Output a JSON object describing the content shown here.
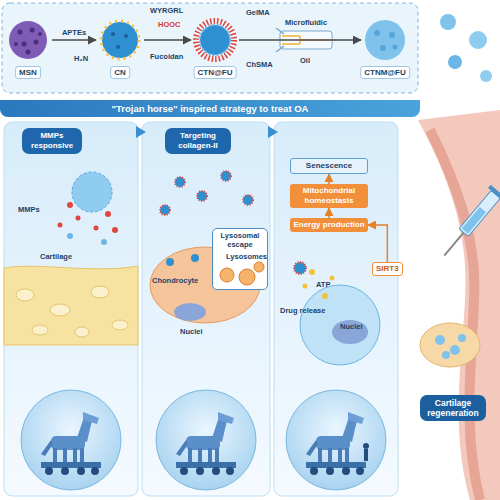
{
  "diagram": {
    "nodes": [
      {
        "text": [
          "MSN"
        ]
      },
      {
        "text": [
          "CN"
        ]
      },
      {
        "text": [
          "CTN@FU"
        ]
      },
      {
        "text": [
          "CTNM@FU"
        ]
      },
      {
        "text": [
          "\"Trojan horse\" inspired strategy to treat OA"
        ]
      },
      {
        "text": [
          "MMPs responsive"
        ]
      },
      {
        "text": [
          "Targeting collagen-II"
        ]
      },
      {
        "text": [
          "Lysosomal escape"
        ]
      },
      {
        "text": [
          "Senescence"
        ]
      },
      {
        "text": [
          "Mitochondrial homeostasis"
        ]
      },
      {
        "text": [
          "Energy production"
        ]
      },
      {
        "text": [
          "SIRT3"
        ]
      },
      {
        "text": [
          "Cartilage regeneration"
        ]
      }
    ],
    "edges": [
      {
        "from": 0,
        "to": 1,
        "label": "APTEs",
        "arrow": "to"
      },
      {
        "from": 1,
        "to": 2,
        "arrow": "to"
      },
      {
        "from": 2,
        "to": 3,
        "arrow": "to"
      },
      {
        "from": 11,
        "to": 10,
        "arrow": "to"
      },
      {
        "from": 10,
        "to": 9,
        "arrow": "to"
      },
      {
        "from": 9,
        "to": 8,
        "arrow": "to"
      }
    ],
    "labels": [
      "H₂N",
      "WYRGRL",
      "HOOC",
      "Fucoidan",
      "GelMA",
      "Microfluidic",
      "ChSMA",
      "Oil",
      "MMPs",
      "Cartilage",
      "Lysosomes",
      "Chondrocyte",
      "Nuclei",
      "ATP",
      "Drug release",
      "Nuclei"
    ]
  }
}
